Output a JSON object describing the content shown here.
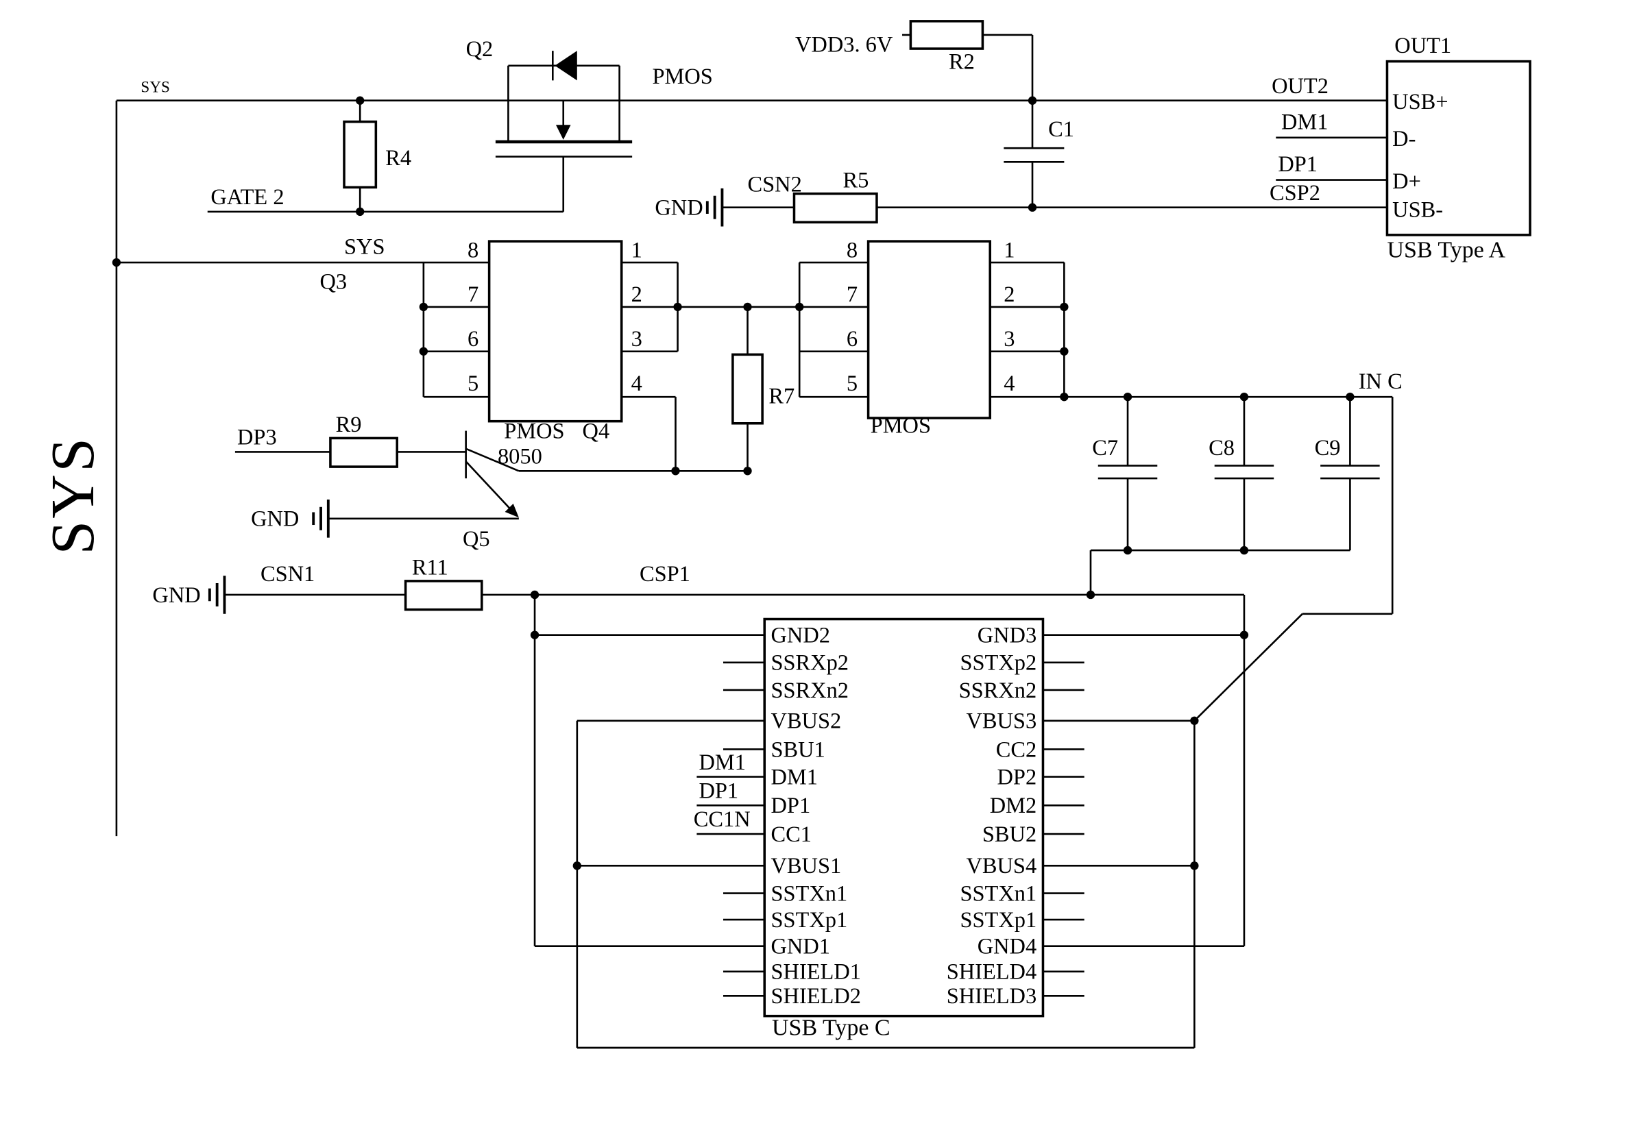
{
  "power": {
    "sys_small": "SYS",
    "sys_rail": "SYS",
    "vdd": "VDD3. 6V"
  },
  "nets": {
    "gate2": "GATE 2",
    "out2": "OUT2",
    "dm1": "DM1",
    "dp1": "DP1",
    "csp2": "CSP2",
    "csn2": "CSN2",
    "csn1": "CSN1",
    "csp1": "CSP1",
    "dp3": "DP3",
    "in_c": "IN C",
    "sys_mid": "SYS",
    "gnd_a": "GND",
    "gnd_b": "GND",
    "gnd_c": "GND"
  },
  "resistors": {
    "r2": "R2",
    "r4": "R4",
    "r5": "R5",
    "r7": "R7",
    "r9": "R9",
    "r11": "R11"
  },
  "capacitors": {
    "c1": "C1",
    "c7": "C7",
    "c8": "C8",
    "c9": "C9"
  },
  "transistors": {
    "q2": "Q2",
    "q2_type": "PMOS",
    "q3": "Q3",
    "q4": "Q4",
    "pmos_left": "PMOS",
    "pmos_right": "PMOS",
    "q5": "Q5",
    "q5_model": "8050"
  },
  "ic_pins": {
    "left_ic_left": [
      "8",
      "7",
      "6",
      "5"
    ],
    "left_ic_right": [
      "1",
      "2",
      "3",
      "4"
    ],
    "right_ic_left": [
      "8",
      "7",
      "6",
      "5"
    ],
    "right_ic_right": [
      "1",
      "2",
      "3",
      "4"
    ]
  },
  "usb_a": {
    "ref": "OUT1",
    "title": "USB Type A",
    "pins": [
      "USB+",
      "D-",
      "D+",
      "USB-"
    ]
  },
  "usb_c": {
    "title": "USB Type C",
    "left_pins": [
      "GND2",
      "SSRXp2",
      "SSRXn2",
      "VBUS2",
      "SBU1",
      "DM1",
      "DP1",
      "CC1",
      "VBUS1",
      "SSTXn1",
      "SSTXp1",
      "GND1",
      "SHIELD1",
      "SHIELD2"
    ],
    "right_pins": [
      "GND3",
      "SSTXp2",
      "SSRXn2",
      "VBUS3",
      "CC2",
      "DP2",
      "DM2",
      "SBU2",
      "VBUS4",
      "SSTXn1",
      "SSTXp1",
      "GND4",
      "SHIELD4",
      "SHIELD3"
    ],
    "stub_labels": [
      "DM1",
      "DP1",
      "CC1N"
    ]
  }
}
